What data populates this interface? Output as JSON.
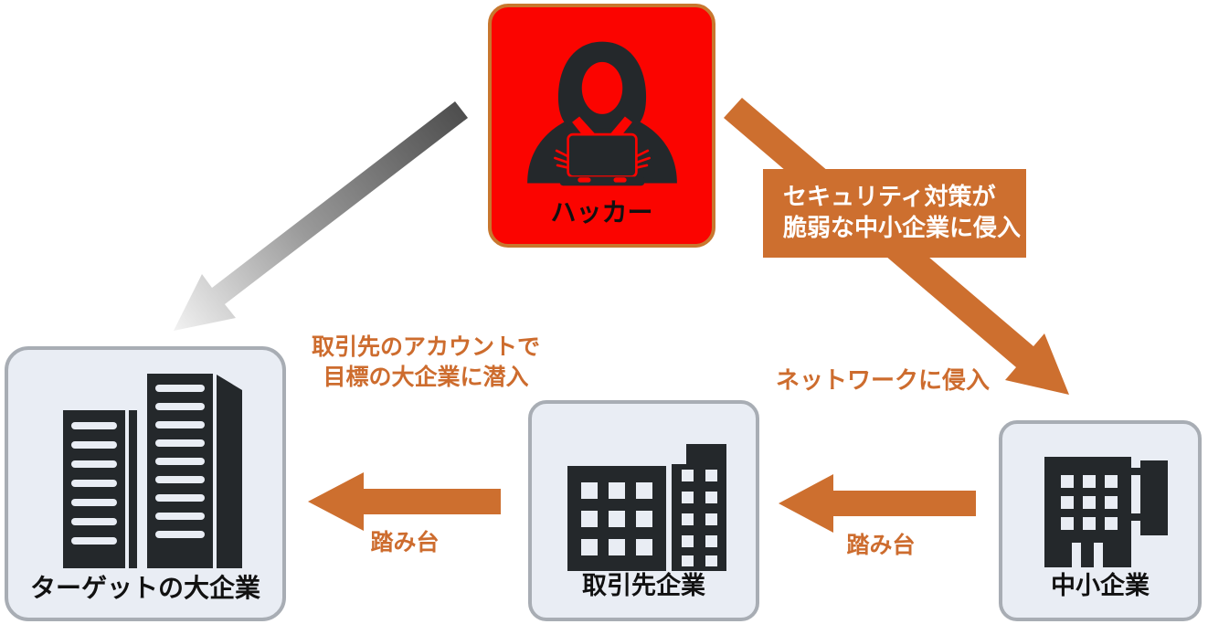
{
  "diagram_title": "supply-chain-attack-flow",
  "colors": {
    "hacker_box_fill": "#fb0400",
    "hacker_box_border": "#c8772e",
    "orange_accent": "#cd6f2f",
    "company_box_fill": "#e9edf4",
    "company_box_border": "#a8adb4",
    "icon_dark": "#24282b",
    "label_text": "#111111",
    "gray_arrow_start": "#4e4e4e",
    "gray_arrow_end": "#f2f2f2"
  },
  "hacker": {
    "label": "ハッカー",
    "icon": "hooded-hacker-laptop-icon"
  },
  "attack_callout": {
    "line1": "セキュリティ対策が",
    "line2": "脆弱な中小企業に侵入"
  },
  "annotations": {
    "network_intrusion": "ネットワークに侵入",
    "account_line1": "取引先のアカウントで",
    "account_line2": "目標の大企業に潜入",
    "stepping_stone_left": "踏み台",
    "stepping_stone_right": "踏み台"
  },
  "companies": {
    "target": {
      "label": "ターゲットの大企業",
      "icon": "skyscrapers-icon"
    },
    "partner": {
      "label": "取引先企業",
      "icon": "office-buildings-icon"
    },
    "sme": {
      "label": "中小企業",
      "icon": "small-company-building-icon"
    }
  }
}
